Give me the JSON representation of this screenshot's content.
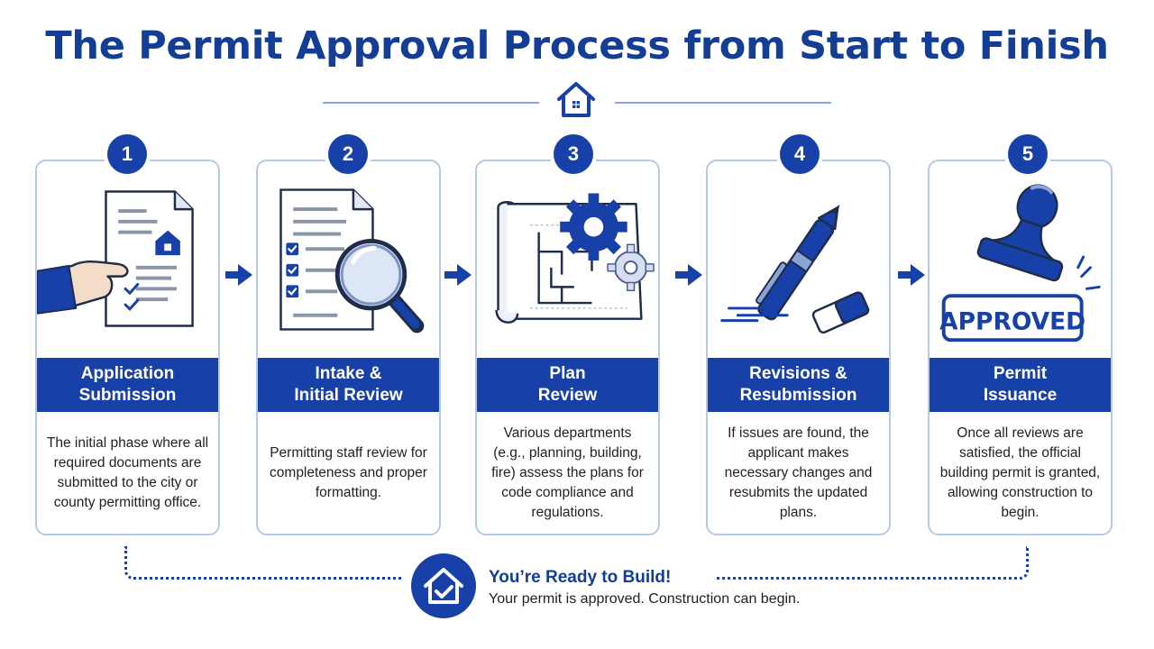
{
  "title": "The Permit Approval Process from Start to Finish",
  "colors": {
    "primary": "#1740a8",
    "title": "#143d96",
    "border": "#b8c8e6"
  },
  "steps": [
    {
      "number": "1",
      "title": "Application\nSubmission",
      "icon": "document-hand-icon",
      "description": "The initial phase where all required documents are submitted to the city or county permitting office."
    },
    {
      "number": "2",
      "title": "Intake &\nInitial Review",
      "icon": "checklist-magnifier-icon",
      "description": "Permitting staff review for completeness and proper formatting."
    },
    {
      "number": "3",
      "title": "Plan\nReview",
      "icon": "blueprint-gears-icon",
      "description": "Various departments (e.g., planning, building, fire) assess the plans for code compliance and regulations."
    },
    {
      "number": "4",
      "title": "Revisions &\nResubmission",
      "icon": "pen-eraser-icon",
      "description": "If issues are found, the applicant makes necessary changes and resubmits the updated plans."
    },
    {
      "number": "5",
      "title": "Permit\nIssuance",
      "icon": "approved-stamp-icon",
      "stamp_text": "APPROVED",
      "description": "Once all reviews are satisfied, the official building permit is granted, allowing construction to begin."
    }
  ],
  "footer": {
    "title": "You’re Ready to Build!",
    "subtitle": "Your permit is approved. Construction can begin."
  }
}
